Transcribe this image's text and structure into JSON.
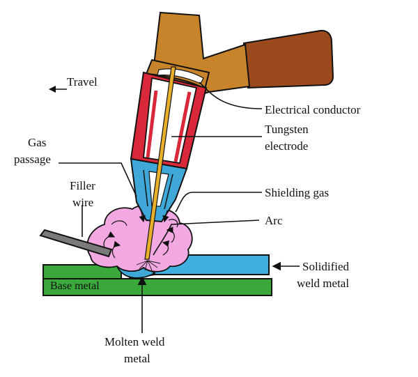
{
  "labels": {
    "travel": "Travel",
    "electrical_conductor": "Electrical  conductor",
    "tungsten_line1": "Tungsten",
    "tungsten_line2": "electrode",
    "gas_line1": "Gas",
    "gas_line2": "passage",
    "filler_line1": "Filler",
    "filler_line2": "wire",
    "shielding_gas": "Shielding  gas",
    "arc": "Arc",
    "solidified_line1": "Solidified",
    "solidified_line2": "weld metal",
    "base_metal": "Base  metal",
    "molten_line1": "Molten  weld",
    "molten_line2": "metal"
  },
  "colors": {
    "torch_body": "#c8842a",
    "cable": "#9a4a1c",
    "gas_nozzle_red": "#d8283a",
    "gas_cup_blue": "#3fa8d8",
    "electrode": "#e8b02a",
    "shielding_pink": "#f2a8e0",
    "weld_blue": "#3fb0e0",
    "base_green": "#3aa83a",
    "filler_gray": "#7a7a7a"
  }
}
